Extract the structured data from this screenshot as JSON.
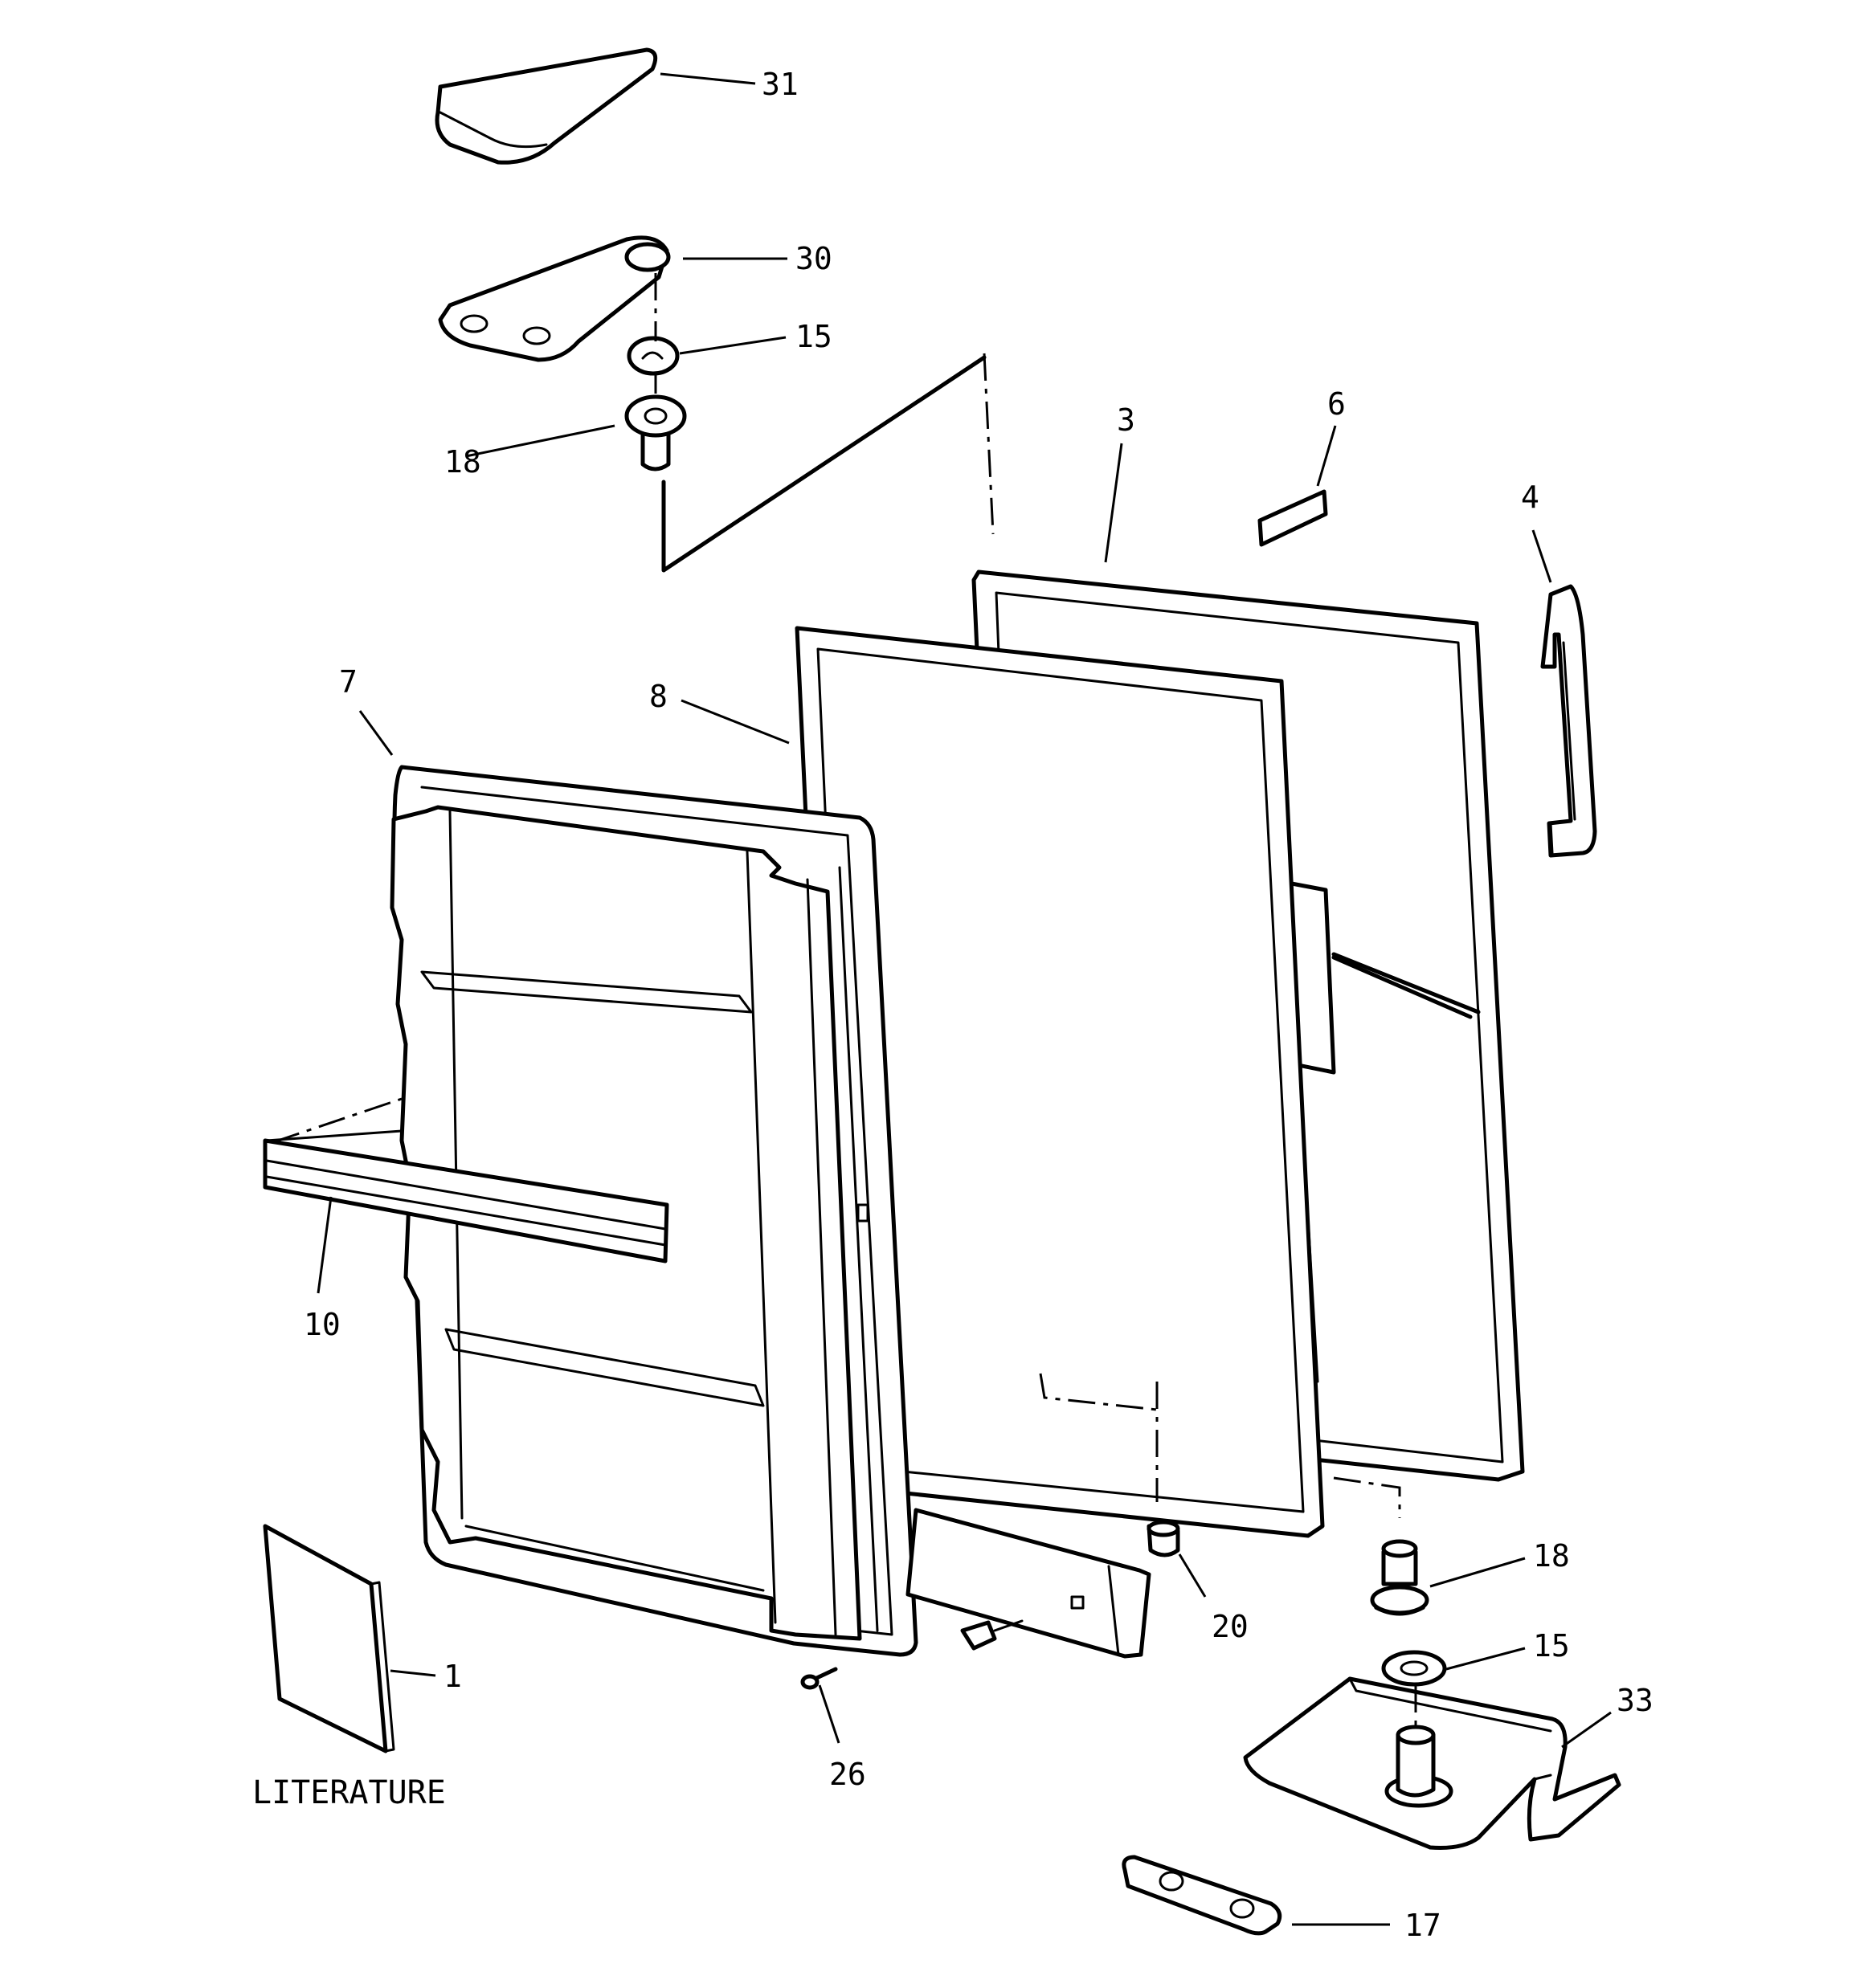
{
  "callouts": [
    {
      "id": "31",
      "label": "31"
    },
    {
      "id": "30",
      "label": "30"
    },
    {
      "id": "15-top",
      "label": "15"
    },
    {
      "id": "18-top",
      "label": "18"
    },
    {
      "id": "3",
      "label": "3"
    },
    {
      "id": "6",
      "label": "6"
    },
    {
      "id": "4",
      "label": "4"
    },
    {
      "id": "7",
      "label": "7"
    },
    {
      "id": "8",
      "label": "8"
    },
    {
      "id": "10",
      "label": "10"
    },
    {
      "id": "18-bottom",
      "label": "18"
    },
    {
      "id": "15-bottom",
      "label": "15"
    },
    {
      "id": "20",
      "label": "20"
    },
    {
      "id": "33",
      "label": "33"
    },
    {
      "id": "1",
      "label": "1"
    },
    {
      "id": "26",
      "label": "26"
    },
    {
      "id": "17",
      "label": "17"
    }
  ],
  "literature_label": "LITERATURE"
}
